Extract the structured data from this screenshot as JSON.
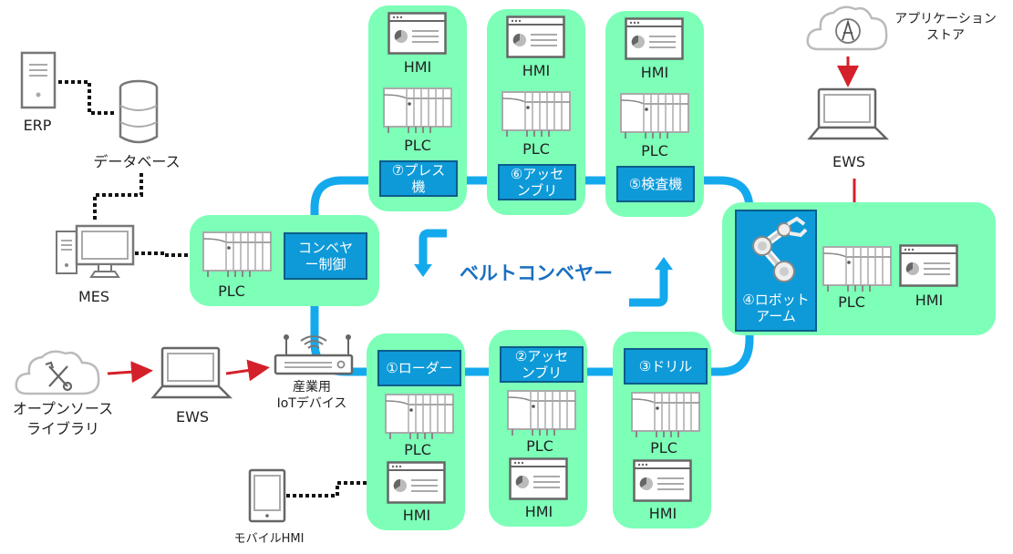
{
  "diagram": {
    "belt_title": "ベルトコンベヤー",
    "colors": {
      "panel": "#7dffb8",
      "stage_box": "#0e9ad8",
      "belt": "#14a9ec",
      "arrow_red": "#d4202a",
      "icon_gray": "#666666"
    },
    "enterprise": {
      "erp": "ERP",
      "database": "データベース",
      "mes": "MES"
    },
    "conveyor_control": {
      "plc": "PLC",
      "stage": "コンベヤー制御",
      "stage_line1": "コンベヤ",
      "stage_line2": "ー制御"
    },
    "top_stations": [
      {
        "hmi": "HMI",
        "plc": "PLC",
        "stage_line1": "⑦プレス",
        "stage_line2": "機"
      },
      {
        "hmi": "HMI",
        "plc": "PLC",
        "stage_line1": "⑥アッセ",
        "stage_line2": "ンブリ"
      },
      {
        "hmi": "HMI",
        "plc": "PLC",
        "stage_line1": "⑤検査機",
        "stage_line2": ""
      }
    ],
    "bottom_stations": [
      {
        "hmi": "HMI",
        "plc": "PLC",
        "stage_line1": "①ローダー",
        "stage_line2": ""
      },
      {
        "hmi": "HMI",
        "plc": "PLC",
        "stage_line1": "②アッセ",
        "stage_line2": "ンブリ"
      },
      {
        "hmi": "HMI",
        "plc": "PLC",
        "stage_line1": "③ドリル",
        "stage_line2": ""
      }
    ],
    "robot_station": {
      "stage_line1": "④ロボット",
      "stage_line2": "アーム",
      "plc": "PLC",
      "hmi": "HMI"
    },
    "app_store": {
      "line1": "アプリケーション",
      "line2": "ストア"
    },
    "ews_right": "EWS",
    "open_source": {
      "line1": "オープンソース",
      "line2": "ライブラリ"
    },
    "ews_left": "EWS",
    "iot_device": {
      "line1": "産業用",
      "line2": "IoTデバイス"
    },
    "mobile_hmi": "モバイルHMI"
  }
}
